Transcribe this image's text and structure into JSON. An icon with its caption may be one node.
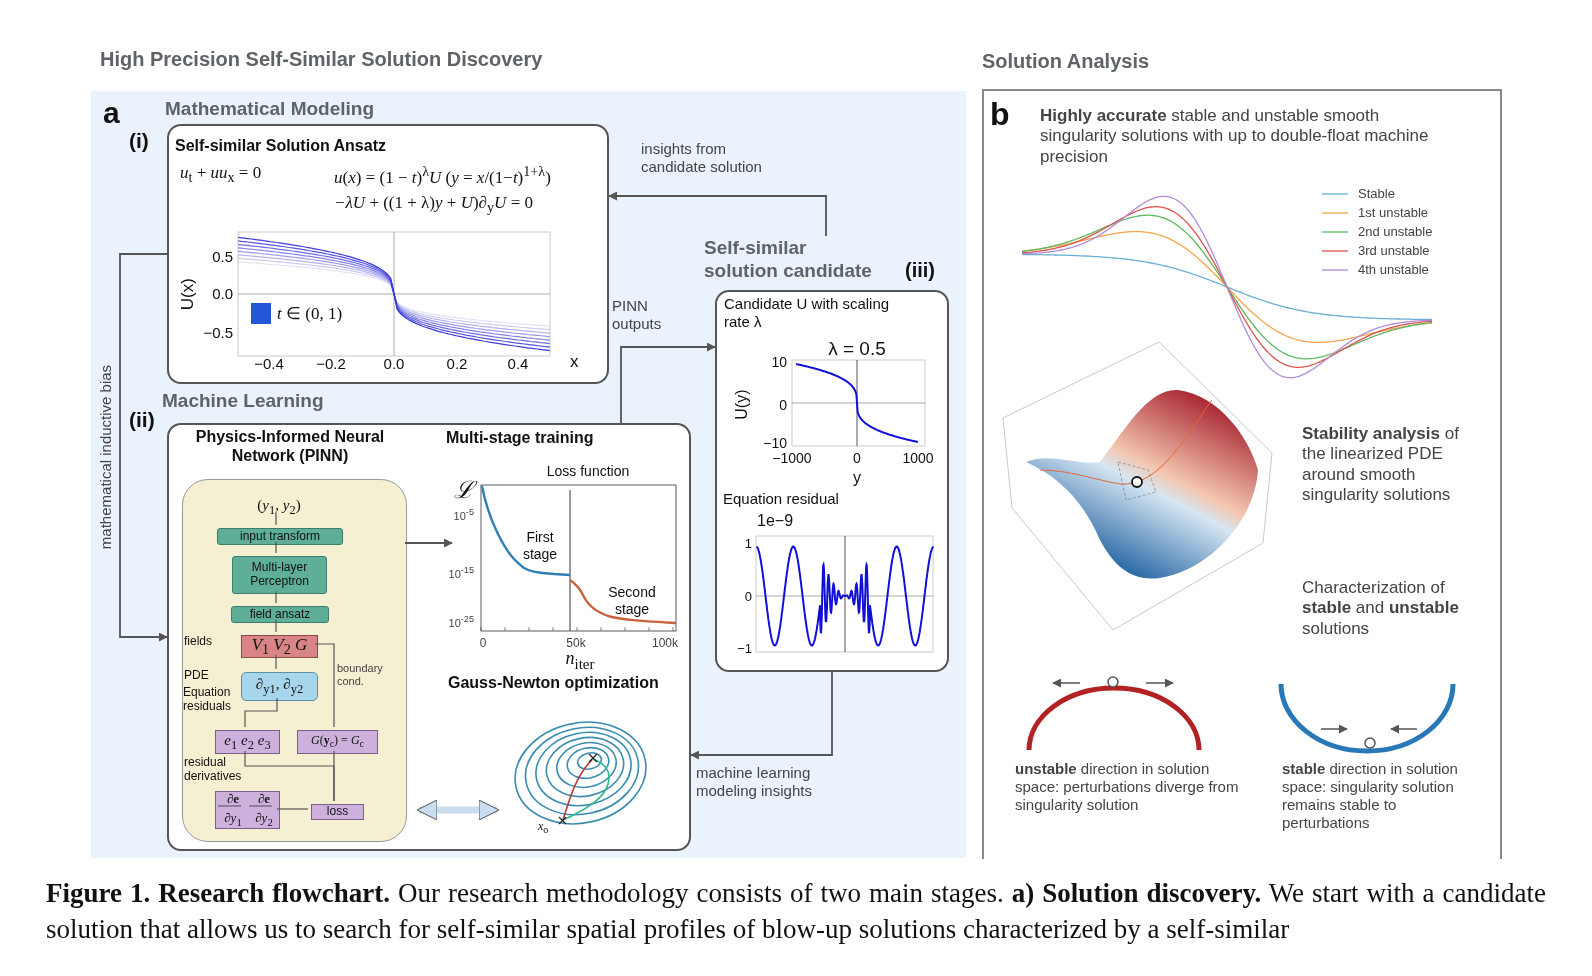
{
  "diagram": {
    "caption": "**Figure 1.** **Research flowchart.** Our research methodology consists of two main stages. **a) Solution discovery.** We start with a candidate solution that allows us to search for self-similar spatial profiles of blow-up solutions characterized by a self-similar",
    "nodes": [
      {
        "text": [
          "High Precision Self-Similar Solution Discovery"
        ]
      },
      {
        "text": [
          "Self-similar Solution Ansatz"
        ],
        "beside": [
          "Mathematical Modeling",
          "(i)"
        ],
        "in": 0
      },
      {
        "text": [
          "Physics-Informed Neural Network (PINN)",
          "Multi-stage training",
          "Gauss-Newton optimization"
        ],
        "beside": [
          "Machine Learning",
          "(ii)"
        ],
        "in": 0
      },
      {
        "text": [],
        "shape": "box",
        "in": 2
      },
      {
        "text": [
          "(*y*$_{1}$, *y*$_{2}$)"
        ],
        "in": 3
      },
      {
        "text": [
          "input transform"
        ],
        "in": 3
      },
      {
        "text": [
          "Multi-layer Perceptron"
        ],
        "in": 3
      },
      {
        "text": [
          "field ansatz"
        ],
        "in": 3
      },
      {
        "text": [
          "*V*$_{1}$ *V*$_{2}$ *G*"
        ],
        "in": 3
      },
      {
        "text": [
          "∂$_{y1}$, ∂$_{y2}$"
        ],
        "in": 3
      },
      {
        "text": [
          "*e*$_{1}$ *e*$_{2}$ *e*$_{3}$"
        ],
        "in": 3
      },
      {
        "text": [
          "*G*(**y**$_{c}$) = *G*$_{c}$"
        ],
        "in": 3
      },
      {
        "text": [
          "∂**e**",
          "∂*y*$_{1}$",
          "∂**e**",
          "∂*y*$_{2}$"
        ],
        "in": 3
      },
      {
        "text": [
          "loss"
        ],
        "in": 3
      },
      {
        "text": [
          "First stage",
          "Second stage"
        ],
        "beside": [
          "Loss function",
          "ℒ",
          "10$^{-5}$",
          "10$^{-15}$",
          "10$^{-25}$",
          "0",
          "50k",
          "100k",
          "*n*$_{iter}$"
        ],
        "in": 2
      },
      {
        "text": [],
        "shape": "picture",
        "beside": [
          "*x*$_{o}$"
        ],
        "in": 2
      },
      {
        "text": [
          "Candidate U with scaling rate λ",
          "Equation residual"
        ],
        "beside": [
          "Self-similar solution candidate",
          "(iii)"
        ],
        "in": 0
      },
      {
        "text": [
          "Solution Analysis",
          "**Highly accurate** stable and unstable smooth singularity solutions with up to double-float machine precision",
          "**Stability analysis** of the linearized PDE around smooth singularity solutions",
          "Characterization of **stable** and **unstable** solutions",
          "**unstable** direction in solution space: perturbations diverge from singularity solution",
          "**stable** direction in solution space: singularity solution remains stable to perturbations"
        ]
      }
    ],
    "edges": [
      {
        "from": 16,
        "to": 1,
        "arrow": "to",
        "label": "insights from candidate solution"
      },
      {
        "from": 2,
        "to": 16,
        "arrow": "to",
        "label": "PINN outputs"
      },
      {
        "from": 16,
        "to": 2,
        "arrow": "to",
        "label": "machine learning modeling insights"
      },
      {
        "from": 1,
        "to": 2,
        "arrow": "to",
        "label": "mathematical inductive bias"
      },
      {
        "from": 3,
        "to": 14,
        "arrow": "to"
      },
      {
        "from": 3,
        "to": 15,
        "arrow": "both",
        "style": "thick",
        "color": "#c9ddef"
      },
      {
        "from": 4,
        "to": 5,
        "arrow": "none"
      },
      {
        "from": 5,
        "to": 6,
        "arrow": "none"
      },
      {
        "from": 6,
        "to": 7,
        "arrow": "none"
      },
      {
        "from": 7,
        "to": 8,
        "arrow": "none"
      },
      {
        "from": 8,
        "to": 9,
        "arrow": "none"
      },
      {
        "from": 9,
        "to": 10,
        "arrow": "none"
      },
      {
        "from": 8,
        "to": 11,
        "arrow": "none",
        "label": "boundary cond."
      },
      {
        "from": 10,
        "to": 13,
        "arrow": "none"
      },
      {
        "from": 11,
        "to": 13,
        "arrow": "none"
      },
      {
        "from": 12,
        "to": 13,
        "arrow": "none"
      }
    ],
    "labels": [
      "a",
      "*u*$_{t}$ + *uu*$_{x}$ = 0",
      "*u*(*x*) = (1 − *t*)$^{λ}$*U* (*y* = *x*/(1−*t*)$^{1+λ}$)",
      "*−λU* + ((1 + λ)*y* + *U*)∂$_{y}$*U* = 0",
      "0.5",
      "0.0",
      "−0.5",
      "U(x)",
      "*t* ∈ (0, 1)",
      "−0.4",
      "−0.2",
      "0.0",
      "0.2",
      "0.4",
      "x",
      "fields",
      "PDE",
      "Equation residuals",
      "residual derivatives",
      "λ = 0.5",
      "10",
      "0",
      "−10",
      "U(y)",
      "−1000",
      "0",
      "1000",
      "y",
      "1e−9",
      "1",
      "0",
      "−1",
      "b"
    ],
    "legend": [
      {
        "text": "Stable"
      },
      {
        "text": "1st unstable"
      },
      {
        "text": "2nd unstable"
      },
      {
        "text": "3rd unstable"
      },
      {
        "text": "4th unstable"
      }
    ]
  }
}
